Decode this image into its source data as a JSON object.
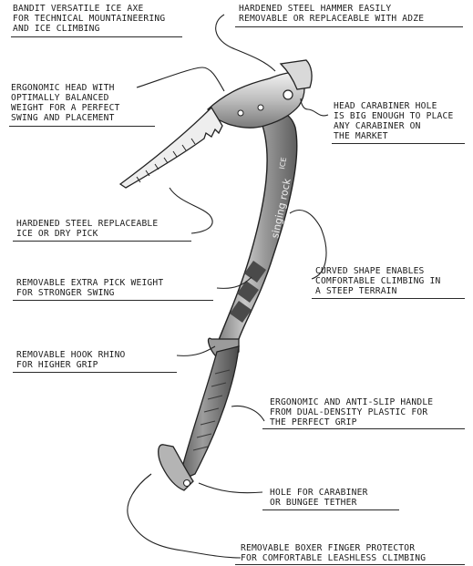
{
  "callouts": [
    {
      "id": "bandit",
      "lines": [
        "BANDIT VERSATILE ICE AXE",
        "FOR TECHNICAL MOUNTAINEERING",
        "AND ICE CLIMBING"
      ]
    },
    {
      "id": "hammer",
      "lines": [
        "HARDENED STEEL HAMMER EASILY",
        "REMOVABLE OR REPLACEABLE WITH ADZE"
      ]
    },
    {
      "id": "head",
      "lines": [
        "ERGONOMIC HEAD WITH",
        "OPTIMALLY BALANCED",
        "WEIGHT FOR A PERFECT",
        "SWING AND PLACEMENT"
      ]
    },
    {
      "id": "carabiner-hole",
      "lines": [
        "HEAD CARABINER HOLE",
        "IS BIG ENOUGH TO PLACE",
        "ANY CARABINER ON",
        "THE MARKET"
      ]
    },
    {
      "id": "pick",
      "lines": [
        "HARDENED STEEL REPLACEABLE",
        "ICE OR DRY PICK"
      ]
    },
    {
      "id": "pick-weight",
      "lines": [
        "REMOVABLE EXTRA PICK WEIGHT",
        "FOR STRONGER SWING"
      ]
    },
    {
      "id": "curved",
      "lines": [
        "CURVED SHAPE ENABLES",
        "COMFORTABLE CLIMBING IN",
        "A STEEP TERRAIN"
      ]
    },
    {
      "id": "rhino",
      "lines": [
        "REMOVABLE HOOK RHINO",
        "FOR HIGHER GRIP"
      ]
    },
    {
      "id": "handle",
      "lines": [
        "ERGONOMIC AND ANTI-SLIP HANDLE",
        "FROM DUAL-DENSITY PLASTIC FOR",
        "THE PERFECT GRIP"
      ]
    },
    {
      "id": "tether-hole",
      "lines": [
        "HOLE FOR CARABINER",
        "OR BUNGEE TETHER"
      ]
    },
    {
      "id": "boxer",
      "lines": [
        "REMOVABLE BOXER FINGER PROTECTOR",
        "FOR COMFORTABLE LEASHLESS CLIMBING"
      ]
    }
  ],
  "shaft_text": {
    "brand": "singing rock",
    "model": "ICE"
  }
}
